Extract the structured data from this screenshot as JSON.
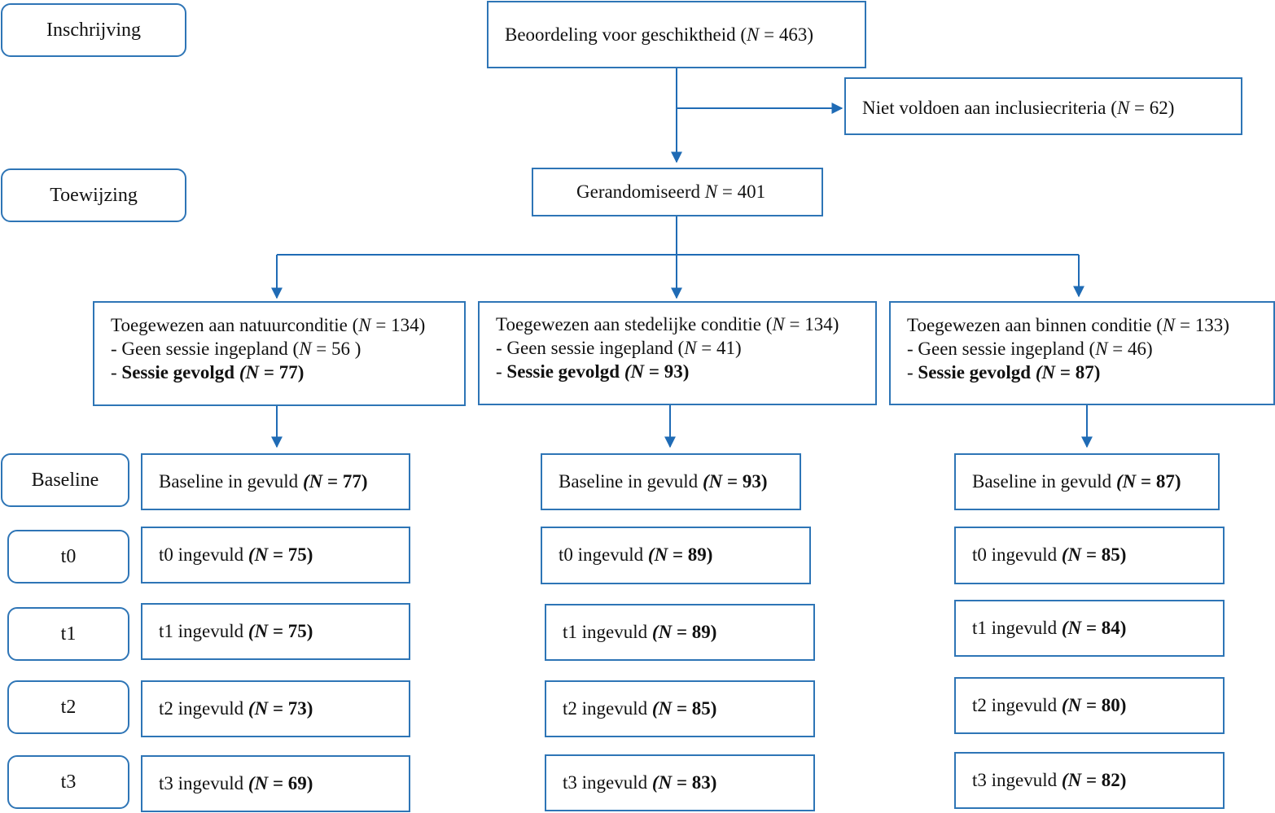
{
  "stages": {
    "enrollment": "Inschrijving",
    "allocation": "Toewijzing",
    "baseline": "Baseline",
    "t0": "t0",
    "t1": "t1",
    "t2": "t2",
    "t3": "t3"
  },
  "symbols": {
    "n": "N",
    "eq": " = "
  },
  "top": {
    "eligibility_text": "Beoordeling voor geschiktheid (",
    "eligibility_n": "463",
    "excluded_text": "Niet voldoen aan inclusiecriteria (",
    "excluded_n": "62",
    "randomized_text": "Gerandomiseerd ",
    "randomized_n": "401"
  },
  "arms": [
    {
      "assigned_text": "Toegewezen aan natuurconditie (",
      "assigned_n": "134",
      "no_session_text": "- Geen sessie ingepland (",
      "no_session_n": "56 ",
      "session_prefix": "- ",
      "session_text": "Sessie gevolgd ",
      "session_n": "77",
      "baseline_text": "Baseline in gevuld ",
      "baseline_n": "77",
      "t0_text": "t0 ingevuld ",
      "t0_n": "75",
      "t1_text": "t1 ingevuld ",
      "t1_n": "75",
      "t2_text": "t2 ingevuld ",
      "t2_n": "73",
      "t3_text": "t3 ingevuld ",
      "t3_n": "69"
    },
    {
      "assigned_text": "Toegewezen aan stedelijke conditie (",
      "assigned_n": "134",
      "no_session_text": "- Geen sessie ingepland (",
      "no_session_n": "41",
      "session_prefix": "- ",
      "session_text": "Sessie gevolgd ",
      "session_n": "93",
      "baseline_text": "Baseline in gevuld ",
      "baseline_n": "93",
      "t0_text": "t0 ingevuld ",
      "t0_n": "89",
      "t1_text": "t1 ingevuld ",
      "t1_n": "89",
      "t2_text": "t2 ingevuld ",
      "t2_n": "85",
      "t3_text": "t3 ingevuld ",
      "t3_n": "83"
    },
    {
      "assigned_text": "Toegewezen aan binnen conditie (",
      "assigned_n": "133",
      "no_session_text": "- Geen sessie ingepland (",
      "no_session_n": "46",
      "session_prefix": "- ",
      "session_text": "Sessie gevolgd ",
      "session_n": "87",
      "baseline_text": "Baseline in gevuld ",
      "baseline_n": "87",
      "t0_text": "t0 ingevuld ",
      "t0_n": "85",
      "t1_text": "t1 ingevuld ",
      "t1_n": "84",
      "t2_text": "t2 ingevuld ",
      "t2_n": "80",
      "t3_text": "t3 ingevuld ",
      "t3_n": "82"
    }
  ],
  "colors": {
    "stroke": "#2e75b6",
    "arrow": "#1f6bb5",
    "text": "#111111"
  }
}
